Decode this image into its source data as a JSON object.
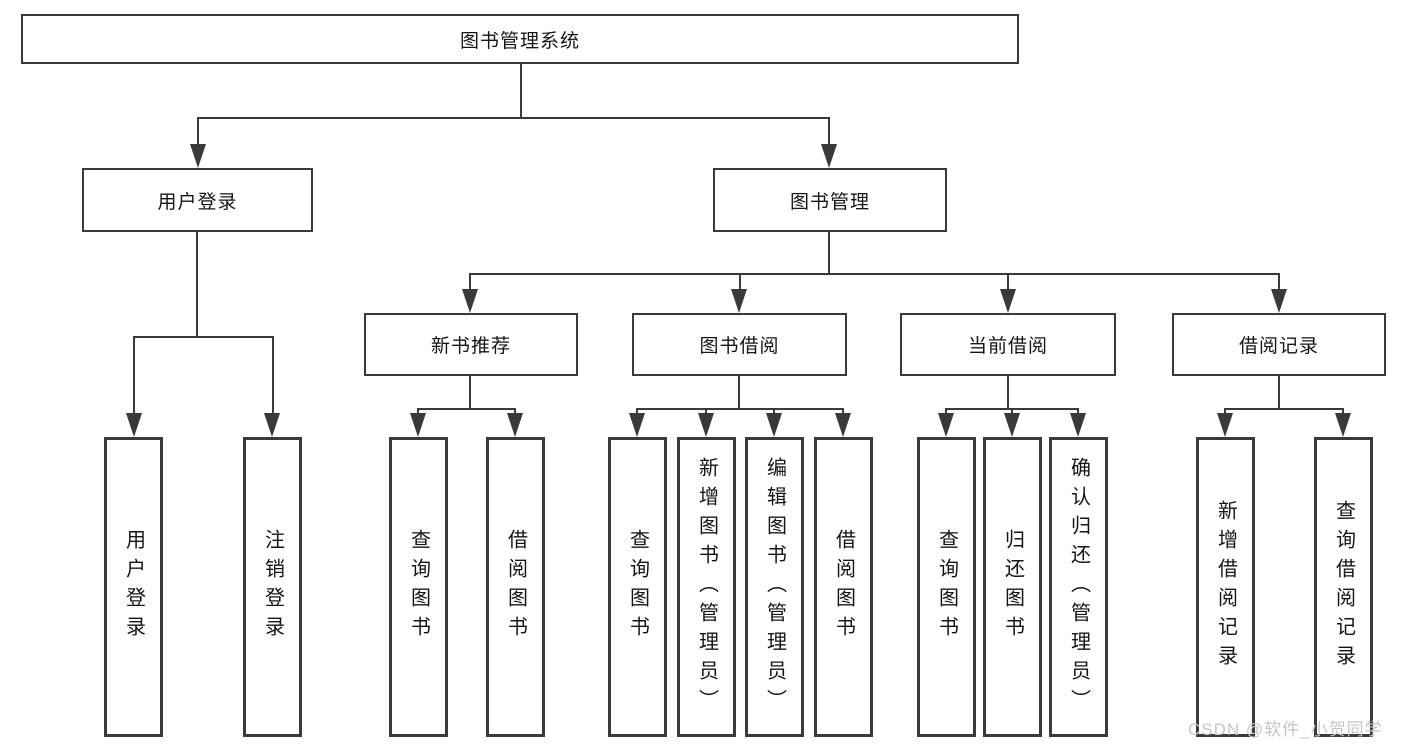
{
  "title": "图书管理系统",
  "watermark": "CSDN @软件_小贺同学",
  "colors": {
    "line": "#3a3a3a",
    "box_background": "#ffffff",
    "text": "#151515",
    "watermark": "#c6c6c6"
  },
  "level2": [
    {
      "label": "用户登录"
    },
    {
      "label": "图书管理"
    }
  ],
  "level3": [
    {
      "label": "新书推荐",
      "parent": "图书管理"
    },
    {
      "label": "图书借阅",
      "parent": "图书管理"
    },
    {
      "label": "当前借阅",
      "parent": "图书管理"
    },
    {
      "label": "借阅记录",
      "parent": "图书管理"
    }
  ],
  "leaves": [
    {
      "label": "用户登录",
      "parent": "用户登录"
    },
    {
      "label": "注销登录",
      "parent": "用户登录"
    },
    {
      "label": "查询图书",
      "parent": "新书推荐"
    },
    {
      "label": "借阅图书",
      "parent": "新书推荐"
    },
    {
      "label": "查询图书",
      "parent": "图书借阅"
    },
    {
      "label": "新增图书（管理员）",
      "parent": "图书借阅"
    },
    {
      "label": "编辑图书（管理员）",
      "parent": "图书借阅"
    },
    {
      "label": "借阅图书",
      "parent": "图书借阅"
    },
    {
      "label": "查询图书",
      "parent": "当前借阅"
    },
    {
      "label": "归还图书",
      "parent": "当前借阅"
    },
    {
      "label": "确认归还（管理员）",
      "parent": "当前借阅"
    },
    {
      "label": "新增借阅记录",
      "parent": "借阅记录"
    },
    {
      "label": "查询借阅记录",
      "parent": "借阅记录"
    }
  ]
}
